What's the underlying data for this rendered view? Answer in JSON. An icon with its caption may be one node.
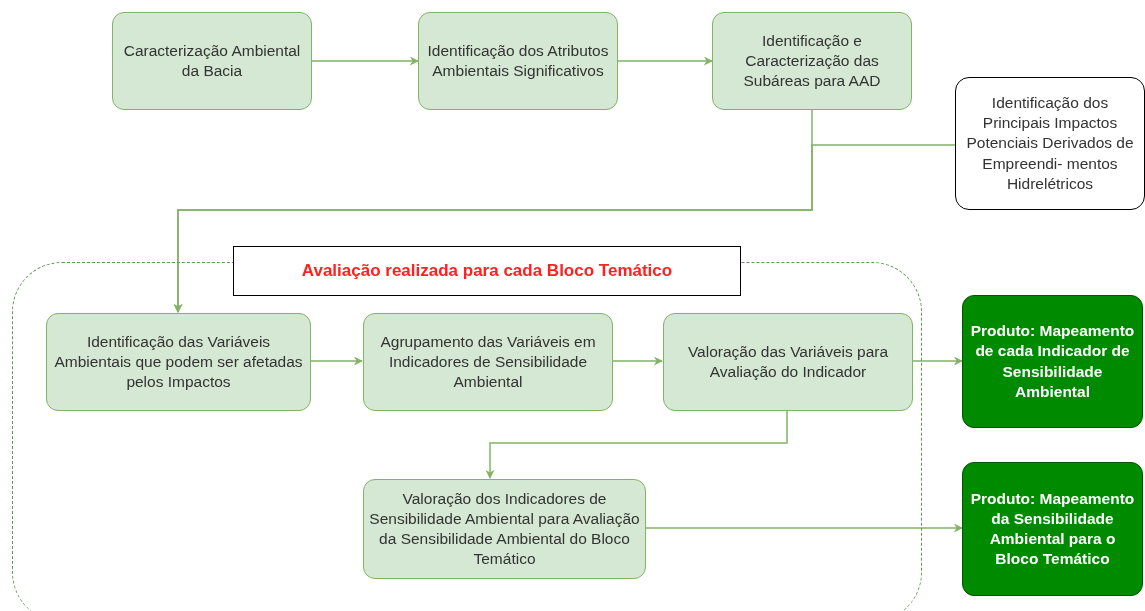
{
  "diagram": {
    "nodes": [
      {
        "text": [
          "Caracterização Ambiental da Bacia"
        ]
      },
      {
        "text": [
          "Identificação dos Atributos Ambientais Significativos"
        ]
      },
      {
        "text": [
          "Identificação e Caracterização das Subáreas para AAD"
        ]
      },
      {
        "text": [
          "Identificação dos Principais Impactos Potenciais Derivados de Empreendi- mentos Hidrelétricos"
        ]
      },
      {
        "text": [
          "Avaliação realizada para cada Bloco Temático"
        ]
      },
      {
        "text": [
          "Identificação das Variáveis Ambientais que podem ser afetadas pelos Impactos"
        ],
        "in": 4
      },
      {
        "text": [
          "Agrupamento das Variáveis em Indicadores de Sensibilidade Ambiental"
        ],
        "in": 4
      },
      {
        "text": [
          "Valoração das Variáveis para Avaliação do Indicador"
        ],
        "in": 4
      },
      {
        "text": [
          "Valoração dos Indicadores de Sensibilidade Ambiental para Avaliação da Sensibilidade Ambiental do Bloco Temático"
        ],
        "in": 4
      },
      {
        "text": [
          "Produto: Mapeamento de cada Indicador de Sensibilidade Ambiental"
        ]
      },
      {
        "text": [
          "Produto: Mapeamento da Sensibilidade Ambiental para o Bloco Temático"
        ]
      }
    ],
    "edges": [
      {
        "from": 0,
        "to": 1,
        "arrow": "to"
      },
      {
        "from": 1,
        "to": 2,
        "arrow": "to"
      },
      {
        "from": 2,
        "to": 5,
        "arrow": "to"
      },
      {
        "from": 3,
        "to": 5,
        "arrow": "to"
      },
      {
        "from": 5,
        "to": 6,
        "arrow": "to"
      },
      {
        "from": 6,
        "to": 7,
        "arrow": "to"
      },
      {
        "from": 7,
        "to": 9,
        "arrow": "to"
      },
      {
        "from": 7,
        "to": 8,
        "arrow": "to"
      },
      {
        "from": 8,
        "to": 10,
        "arrow": "to"
      }
    ]
  }
}
